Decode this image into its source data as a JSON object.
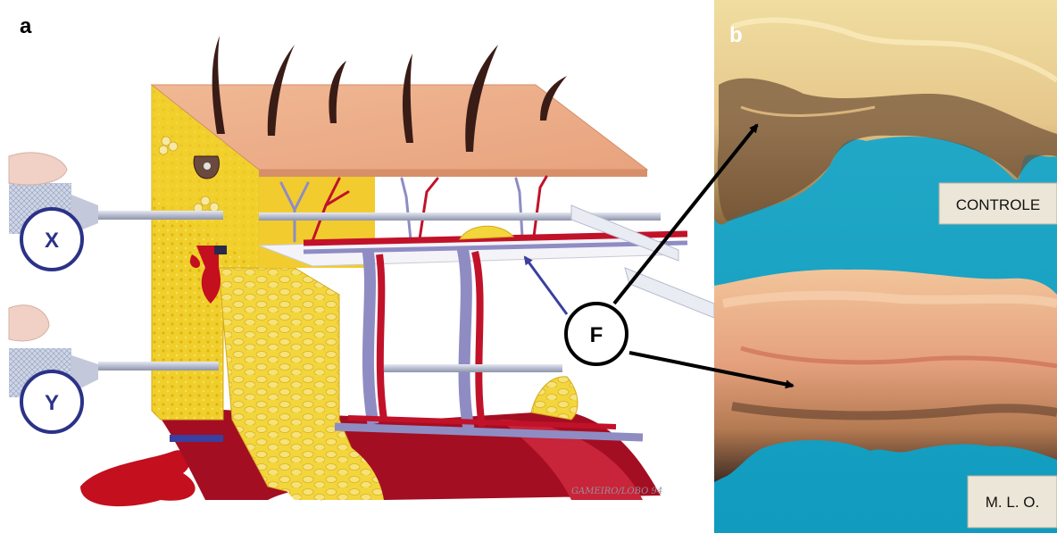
{
  "panel_a": {
    "letter": "a"
  },
  "panel_b": {
    "letter": "b"
  },
  "markers": {
    "x": "X",
    "y": "Y",
    "f": "F"
  },
  "specimen_labels": {
    "control": "CONTROLE",
    "mlo": "M. L. O."
  },
  "colors": {
    "marker_blue": "#2b3287",
    "photo_background": "#1aa6c7",
    "skin": "#efb493",
    "fat": "#f2d43a",
    "artery": "#c1122a",
    "vein": "#8f8cc4",
    "blood": "#c40f1e"
  }
}
